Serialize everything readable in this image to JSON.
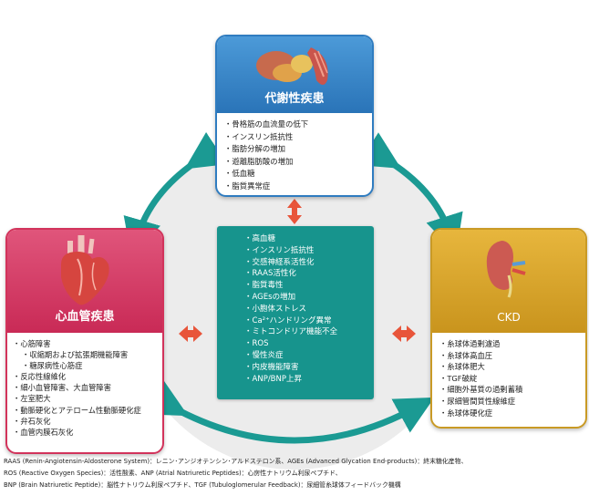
{
  "metabolic": {
    "title": "代謝性疾患",
    "illustration_icon": "organs-icon",
    "items": [
      "骨格筋の血流量の低下",
      "インスリン抵抗性",
      "脂肪分解の増加",
      "遊離脂肪酸の増加",
      "低血糖",
      "脂質異常症"
    ]
  },
  "cardio": {
    "title": "心血管疾患",
    "illustration_icon": "heart-icon",
    "items": [
      {
        "text": "心筋障害",
        "sub": false
      },
      {
        "text": "収縮期および拡張期機能障害",
        "sub": true
      },
      {
        "text": "糖尿病性心筋症",
        "sub": true
      },
      {
        "text": "反応性線維化",
        "sub": false
      },
      {
        "text": "細小血管障害、大血管障害",
        "sub": false
      },
      {
        "text": "左室肥大",
        "sub": false
      },
      {
        "text": "動脈硬化とアテローム性動脈硬化症",
        "sub": false
      },
      {
        "text": "弁石灰化",
        "sub": false
      },
      {
        "text": "血管内膜石灰化",
        "sub": false
      }
    ]
  },
  "ckd": {
    "title": "CKD",
    "illustration_icon": "kidney-icon",
    "items": [
      "糸球体過剰濾過",
      "糸球体高血圧",
      "糸球体肥大",
      "TGF破綻",
      "細胞外基質の過剰蓄積",
      "尿細管間質性線維症",
      "糸球体硬化症"
    ]
  },
  "center": {
    "items": [
      "高血糖",
      "インスリン抵抗性",
      "交感神経系活性化",
      "RAAS活性化",
      "脂質毒性",
      "AGEsの増加",
      "小胞体ストレス",
      "Ca²⁺ハンドリング異常",
      "ミトコンドリア機能不全",
      "ROS",
      "慢性炎症",
      "内皮機能障害",
      "ANP/BNP上昇"
    ]
  },
  "colors": {
    "metabolic": "#2f7cc0",
    "cardio": "#d2335b",
    "ckd": "#c99a25",
    "center": "#17948d",
    "cycle_arrow": "#1b9a93",
    "link_arrow": "#e8553a",
    "circle_bg": "#ececec"
  },
  "footnote": [
    "RAAS (Renin-Angiotensin-Aldosterone System)：レニン･アンジオテンシン･アルドステロン系、AGEs (Advanced Glycation End-products)：終末糖化産物、",
    "ROS (Reactive Oxygen Species)：活性酸素、ANP (Atrial Natriuretic Peptides)：心房性ナトリウム利尿ペプチド、",
    "BNP (Brain Natriuretic Peptide)：脳性ナトリウム利尿ペプチド、TGF (Tubuloglomerular Feedback)：尿細管糸球体フィードバック機構"
  ]
}
